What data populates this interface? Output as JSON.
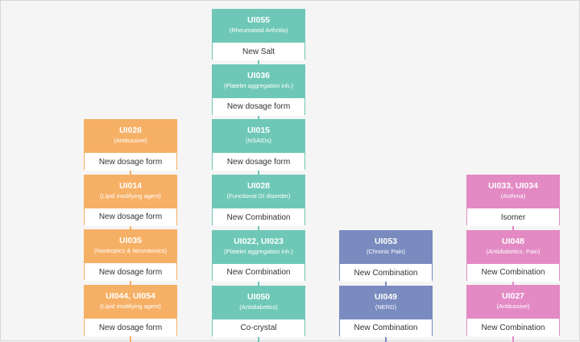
{
  "colors": {
    "orange": "#f6b066",
    "teal": "#6fc8b7",
    "blue": "#7a8bbf",
    "pink": "#e38ac4"
  },
  "columns": [
    {
      "name": "orange",
      "color": "#f6b066",
      "cards": [
        {
          "code": "UI026",
          "area": "(Antitussive)",
          "type": "New dosage form"
        },
        {
          "code": "UI014",
          "area": "(Lipid modifying agent)",
          "type": "New dosage form"
        },
        {
          "code": "UI035",
          "area": "(Nootropics & Neurotonics)",
          "type": "New dosage form"
        },
        {
          "code": "UI044, UI054",
          "area": "(Lipid modifying agent)",
          "type": "New dosage form"
        }
      ]
    },
    {
      "name": "teal",
      "color": "#6fc8b7",
      "cards": [
        {
          "code": "UI055",
          "area": "(Rheumatoid Arthritis)",
          "type": "New Salt"
        },
        {
          "code": "UI036",
          "area": "(Platelet aggregation inh.)",
          "type": "New dosage form"
        },
        {
          "code": "UI015",
          "area": "(NSAIDs)",
          "type": "New dosage form"
        },
        {
          "code": "UI028",
          "area": "(Functional GI disorder)",
          "type": "New Combination"
        },
        {
          "code": "UI022, UI023",
          "area": "(Platelet aggregation inh.)",
          "type": "New Combination"
        },
        {
          "code": "UI050",
          "area": "(Antidiabetics)",
          "type": "Co-crystal"
        }
      ]
    },
    {
      "name": "blue",
      "color": "#7a8bbf",
      "cards": [
        {
          "code": "UI053",
          "area": "(Chronic Pain)",
          "type": "New Combination"
        },
        {
          "code": "UI049",
          "area": "(NERD)",
          "type": "New Combination"
        }
      ]
    },
    {
      "name": "pink",
      "color": "#e38ac4",
      "cards": [
        {
          "code": "UI033, UI034",
          "area": "(Asthma)",
          "type": "Isomer"
        },
        {
          "code": "UI048",
          "area": "(Antidiabetics, Pain)",
          "type": "New Combination"
        },
        {
          "code": "UI027",
          "area": "(Antitussive)",
          "type": "New Combination"
        }
      ]
    }
  ]
}
